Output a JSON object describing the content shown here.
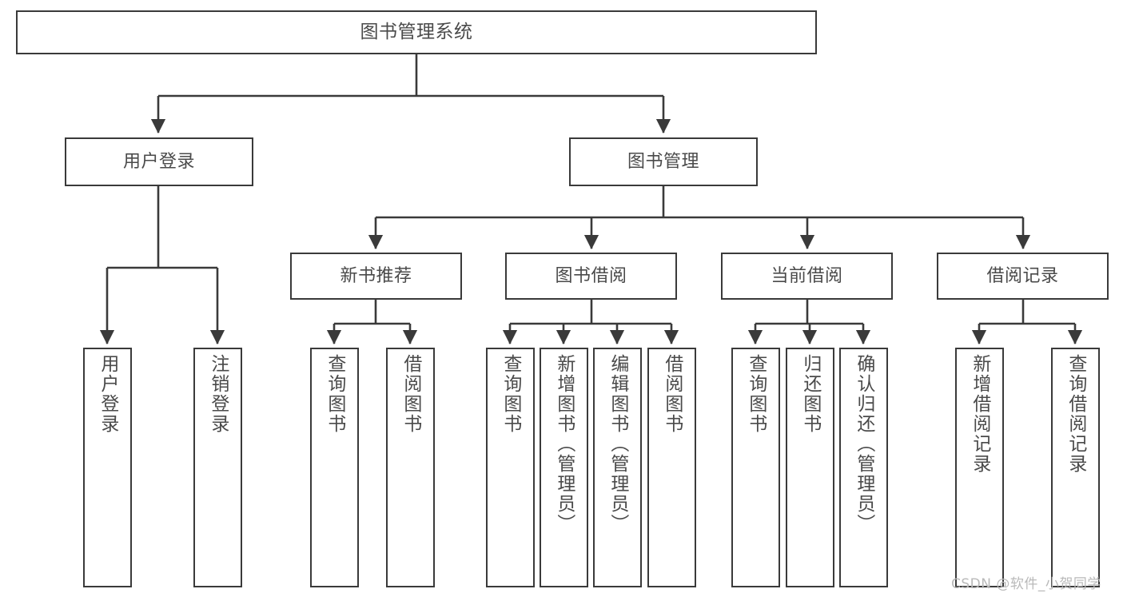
{
  "diagram": {
    "type": "tree-hierarchy",
    "title": "图书管理系统",
    "watermark": "CSDN @软件_小贺同学",
    "colors": {
      "stroke": "#3a3a3a",
      "box_fill": "#ffffff",
      "text": "#4a4a4a",
      "background": "#ffffff",
      "watermark": "#b9b9b9"
    },
    "nodes": {
      "root": {
        "label": "图书管理系统",
        "level": 1
      },
      "level2": [
        {
          "id": "user-login",
          "label": "用户登录"
        },
        {
          "id": "book-manage",
          "label": "图书管理"
        }
      ],
      "level3": [
        {
          "id": "new-book-recommend",
          "label": "新书推荐"
        },
        {
          "id": "book-borrow",
          "label": "图书借阅"
        },
        {
          "id": "current-borrow",
          "label": "当前借阅"
        },
        {
          "id": "borrow-record",
          "label": "借阅记录"
        }
      ],
      "leaves": {
        "user-login": [
          {
            "id": "leaf-user-login",
            "label": "用户登录"
          },
          {
            "id": "leaf-logout-login",
            "label": "注销登录"
          }
        ],
        "new-book-recommend": [
          {
            "id": "leaf-query-book-1",
            "label": "查询图书"
          },
          {
            "id": "leaf-borrow-book-1",
            "label": "借阅图书"
          }
        ],
        "book-borrow": [
          {
            "id": "leaf-query-book-2",
            "label": "查询图书"
          },
          {
            "id": "leaf-add-book",
            "label": "新增图书（管理员）"
          },
          {
            "id": "leaf-edit-book",
            "label": "编辑图书（管理员）"
          },
          {
            "id": "leaf-borrow-book-2",
            "label": "借阅图书"
          }
        ],
        "current-borrow": [
          {
            "id": "leaf-query-book-3",
            "label": "查询图书"
          },
          {
            "id": "leaf-return-book",
            "label": "归还图书"
          },
          {
            "id": "leaf-confirm-return",
            "label": "确认归还（管理员）"
          }
        ],
        "borrow-record": [
          {
            "id": "leaf-add-record",
            "label": "新增借阅记录"
          },
          {
            "id": "leaf-query-record",
            "label": "查询借阅记录"
          }
        ]
      }
    }
  }
}
